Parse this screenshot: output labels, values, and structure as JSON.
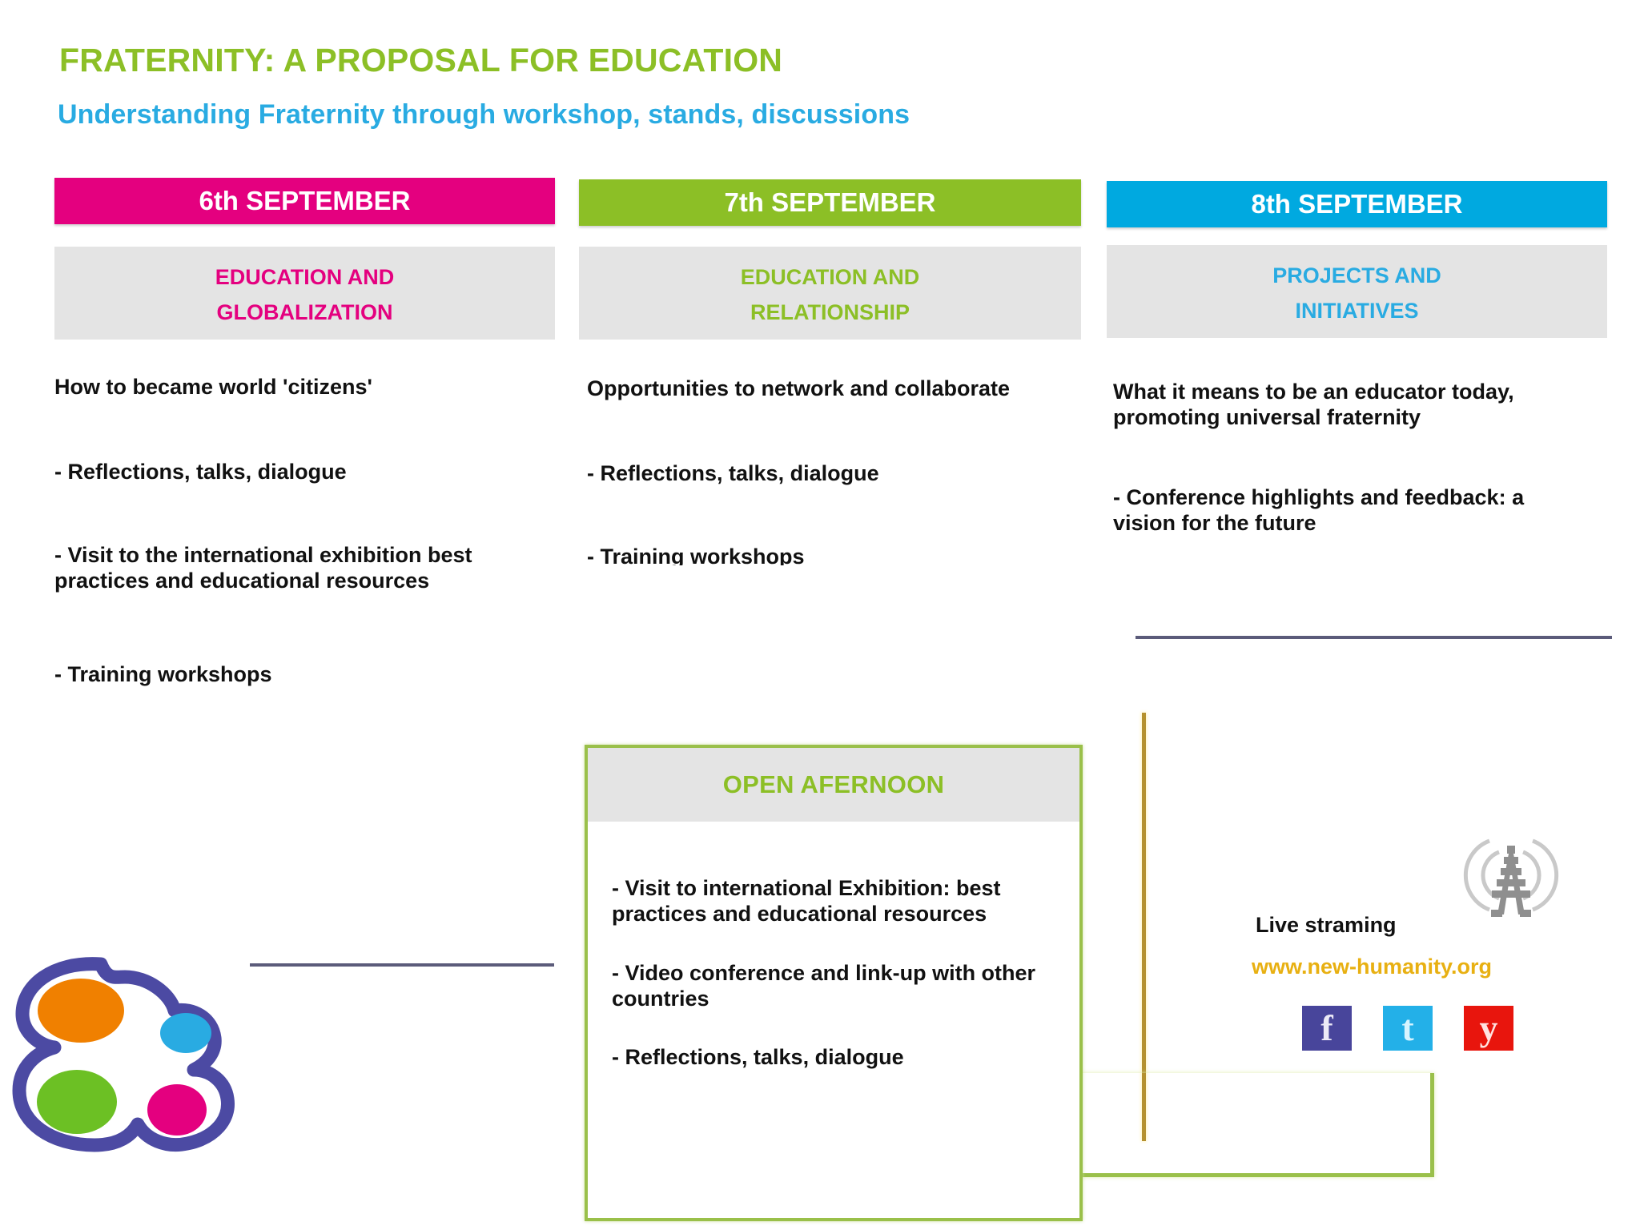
{
  "header": {
    "title": "FRATERNITY: A PROPOSAL FOR EDUCATION",
    "subtitle": "Understanding Fraternity through workshop, stands, discussions",
    "title_color": "#8cbf26",
    "subtitle_color": "#29abe2"
  },
  "columns": [
    {
      "day": "6th SEPTEMBER",
      "day_color": "#e4007f",
      "theme_line1": "EDUCATION AND",
      "theme_line2": "GLOBALIZATION",
      "theme_color": "#e4007f",
      "lead": "How to became world 'citizens'",
      "items": [
        "- Reflections, talks, dialogue",
        "- Visit to the international exhibition best practices and educational resources",
        "- Training workshops"
      ]
    },
    {
      "day": "7th SEPTEMBER",
      "day_color": "#8cbf26",
      "theme_line1": "EDUCATION AND",
      "theme_line2": "RELATIONSHIP",
      "theme_color": "#8cbf26",
      "lead": "Opportunities to network and collaborate",
      "items": [
        "- Reflections, talks, dialogue",
        "- Training workshops"
      ]
    },
    {
      "day": "8th SEPTEMBER",
      "day_color": "#00a9e0",
      "theme_line1": "PROJECTS AND",
      "theme_line2": "INITIATIVES",
      "theme_color": "#29abe2",
      "lead": "What it means to be an educator today, promoting universal fraternity",
      "items": [
        "- Conference highlights and feedback: a vision for the future"
      ]
    }
  ],
  "open_afternoon": {
    "header": "OPEN AFERNOON",
    "header_color": "#8cbf26",
    "border_color": "#9ac04a",
    "items": [
      "- Visit to international Exhibition: best practices and educational resources",
      "- Video conference and link-up with other countries",
      "- Reflections, talks, dialogue"
    ]
  },
  "streaming": {
    "label": "Live straming",
    "url": "www.new-humanity.org",
    "url_color": "#e8b012",
    "antenna_icon": "broadcast-antenna-icon",
    "social": [
      {
        "name": "facebook",
        "glyph": "f",
        "bg": "#48459b",
        "fg": "#eceaf7"
      },
      {
        "name": "twitter",
        "glyph": "t",
        "bg": "#23b0e8",
        "fg": "#d7f4ff"
      },
      {
        "name": "youtube",
        "glyph": "y",
        "bg": "#e8150d",
        "fg": "#ffe3e1"
      }
    ]
  },
  "logo": {
    "name": "new-humanity-cloud-logo",
    "outline_color": "#4c4aa3",
    "blob_colors": [
      "#f08000",
      "#29abe2",
      "#6cc024",
      "#e4007f"
    ]
  }
}
